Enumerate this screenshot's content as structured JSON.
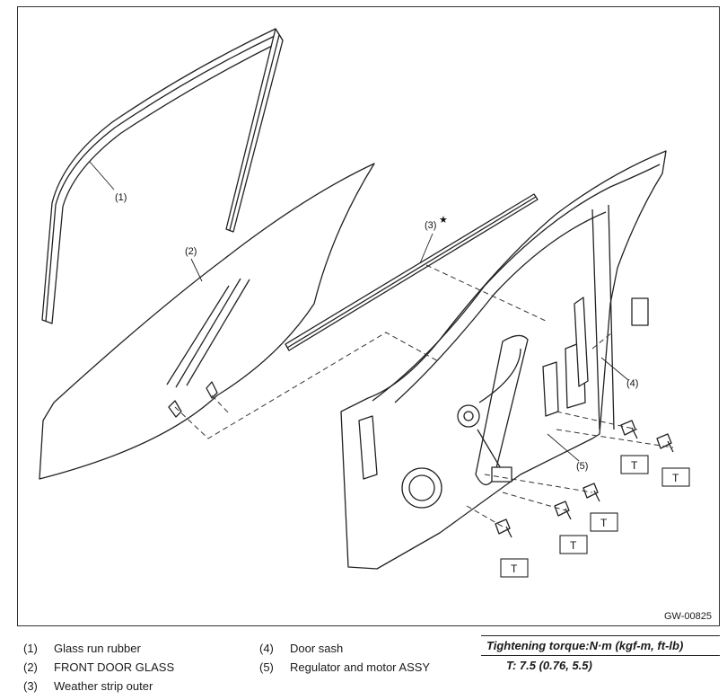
{
  "figure": {
    "id": "GW-00825",
    "callouts": [
      "(1)",
      "(2)",
      "(3)",
      "(4)",
      "(5)"
    ],
    "star": "★",
    "torque_mark": "T"
  },
  "legend": {
    "items": [
      {
        "num": "(1)",
        "label": "Glass run rubber"
      },
      {
        "num": "(2)",
        "label": "FRONT DOOR GLASS"
      },
      {
        "num": "(3)",
        "label": "Weather strip outer"
      },
      {
        "num": "(4)",
        "label": "Door sash"
      },
      {
        "num": "(5)",
        "label": "Regulator and motor ASSY"
      }
    ]
  },
  "torque": {
    "title": "Tightening torque:N·m (kgf-m, ft-lb)",
    "line": "T:   7.5 (0.76, 5.5)"
  }
}
